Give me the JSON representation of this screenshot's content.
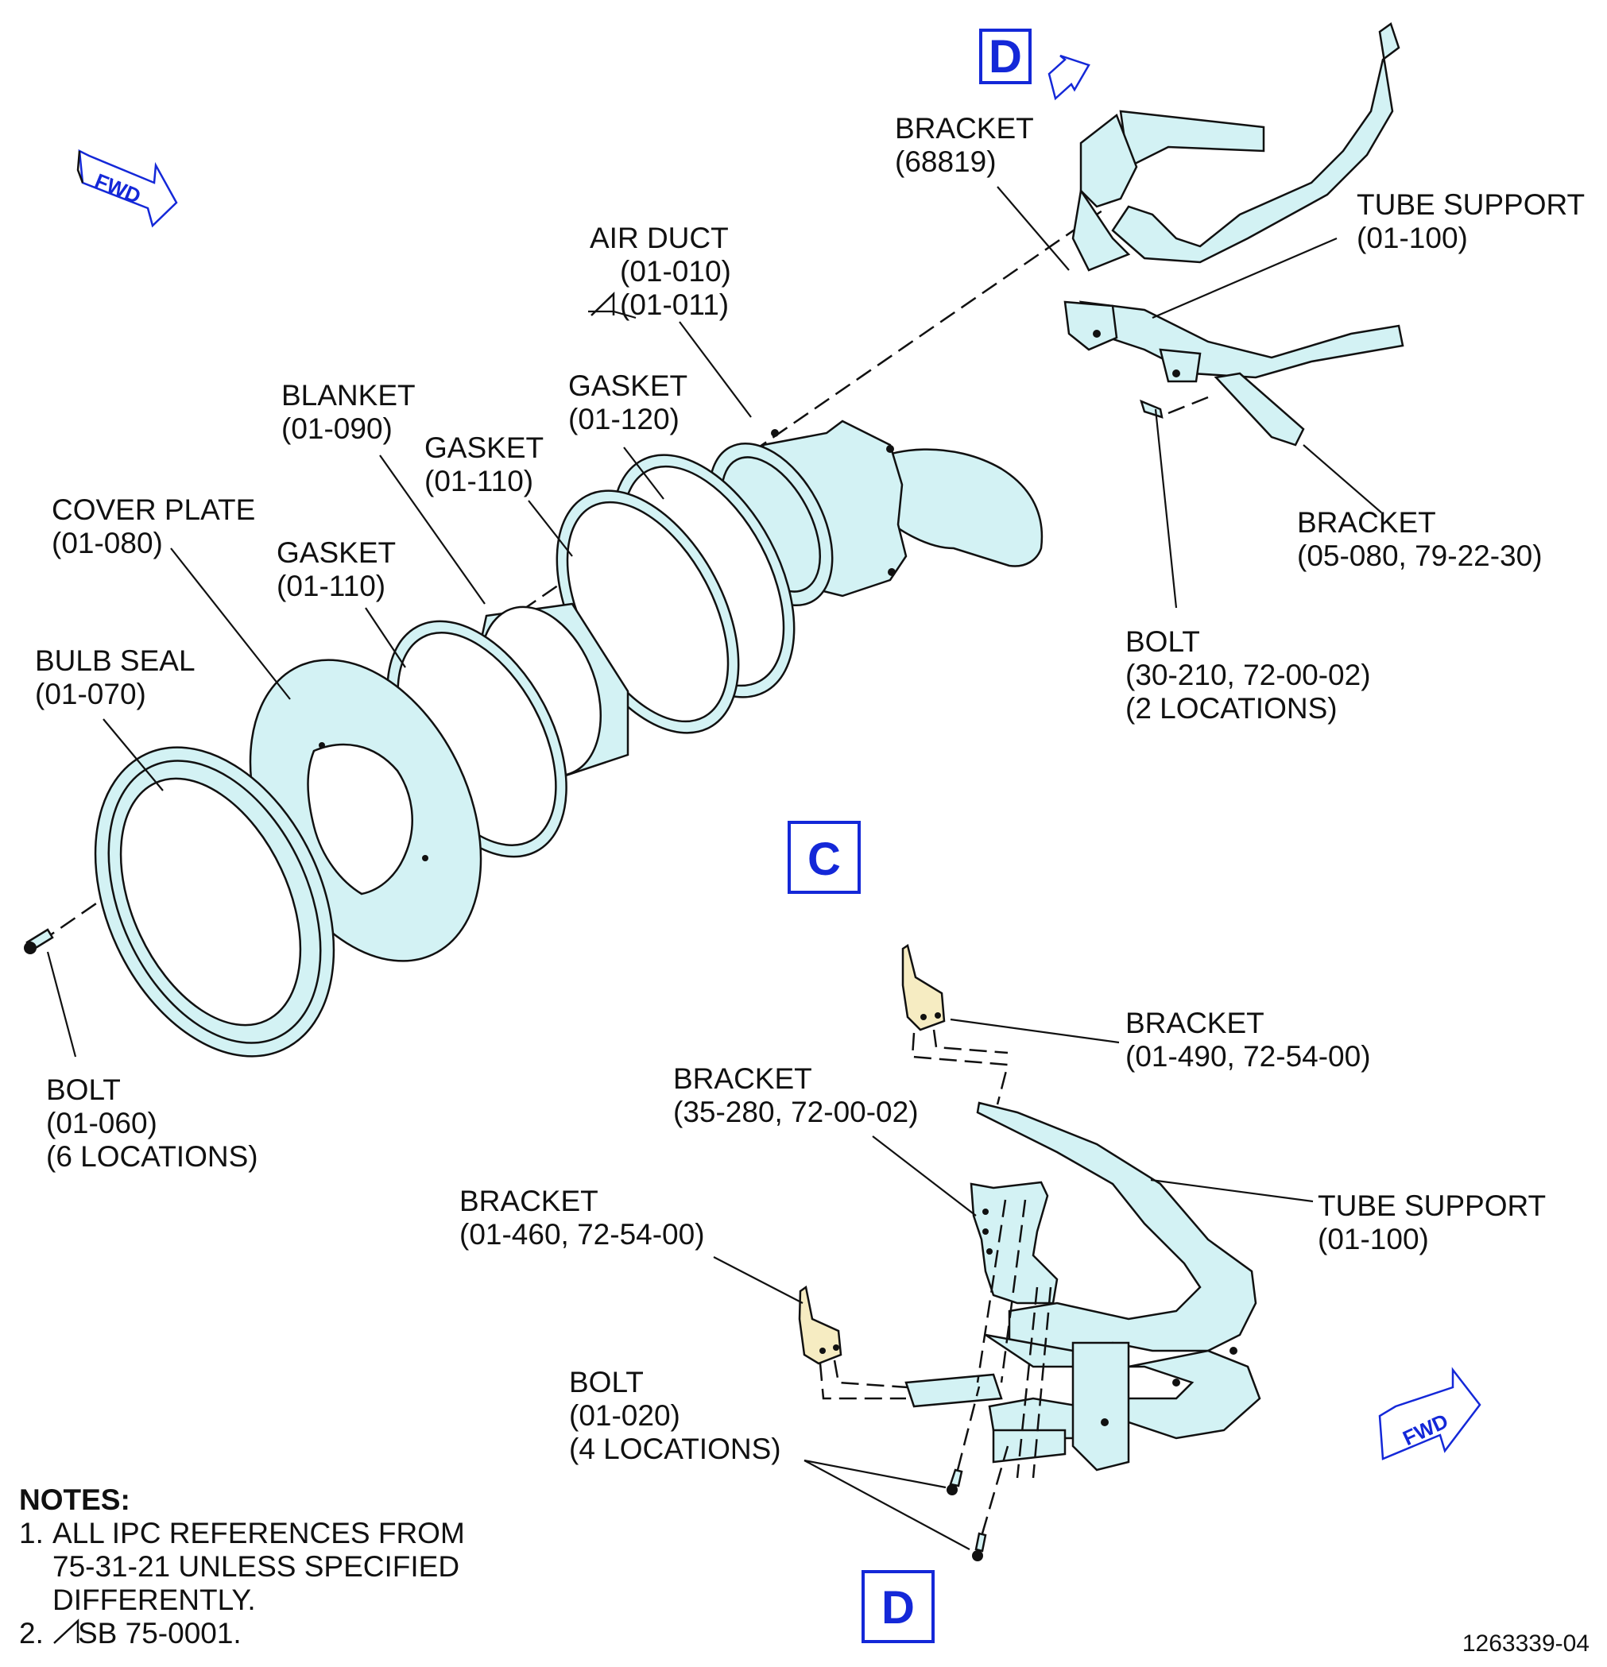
{
  "view_labels": {
    "top": "D",
    "center": "C",
    "bottom": "D"
  },
  "fwd": {
    "left": "FWD",
    "right": "FWD"
  },
  "callouts": {
    "bracket_68819": {
      "name": "BRACKET",
      "ref": "(68819)"
    },
    "tube_support_top": {
      "name": "TUBE SUPPORT",
      "ref": "(01-100)"
    },
    "air_duct": {
      "name": "AIR DUCT",
      "ref": "(01-010)",
      "ref2": "(01-011)"
    },
    "gasket_01120": {
      "name": "GASKET",
      "ref": "(01-120)"
    },
    "blanket": {
      "name": "BLANKET",
      "ref": "(01-090)"
    },
    "gasket_01110_upper": {
      "name": "GASKET",
      "ref": "(01-110)"
    },
    "cover_plate": {
      "name": "COVER PLATE",
      "ref": "(01-080)"
    },
    "gasket_01110_lower": {
      "name": "GASKET",
      "ref": "(01-110)"
    },
    "bulb_seal": {
      "name": "BULB SEAL",
      "ref": "(01-070)"
    },
    "bracket_05080": {
      "name": "BRACKET",
      "ref": "(05-080, 79-22-30)"
    },
    "bolt_30210": {
      "name": "BOLT",
      "ref": "(30-210, 72-00-02)",
      "qty": "(2 LOCATIONS)"
    },
    "bolt_01060": {
      "name": "BOLT",
      "ref": "(01-060)",
      "qty": "(6 LOCATIONS)"
    },
    "bracket_01490": {
      "name": "BRACKET",
      "ref": "(01-490, 72-54-00)"
    },
    "bracket_35280": {
      "name": "BRACKET",
      "ref": "(35-280, 72-00-02)"
    },
    "tube_support_bottom": {
      "name": "TUBE SUPPORT",
      "ref": "(01-100)"
    },
    "bracket_01460": {
      "name": "BRACKET",
      "ref": "(01-460, 72-54-00)"
    },
    "bolt_01020": {
      "name": "BOLT",
      "ref": "(01-020)",
      "qty": "(4 LOCATIONS)"
    }
  },
  "notes": {
    "title": "NOTES:",
    "items": [
      {
        "num": "1.",
        "lines": [
          "ALL IPC REFERENCES FROM",
          "75-31-21 UNLESS SPECIFIED",
          "DIFFERENTLY."
        ]
      },
      {
        "num": "2.",
        "lines": [
          "SB 75-0001."
        ]
      }
    ]
  },
  "drawing_number": "1263339-04",
  "colors": {
    "part_fill": "#d3f2f4",
    "highlight_fill": "#f6ecc2",
    "view_blue": "#1428d8",
    "line": "#111111"
  }
}
